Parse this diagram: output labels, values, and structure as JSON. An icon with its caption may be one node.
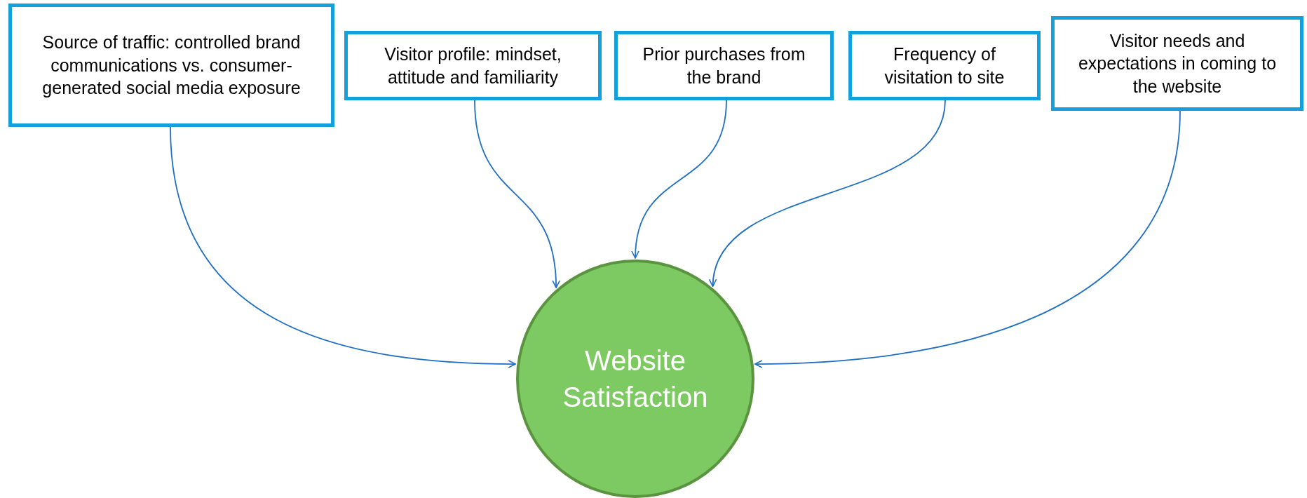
{
  "diagram": {
    "nodes": [
      {
        "text": [
          "Source of traffic: controlled brand communications vs. consumer-generated social media exposure"
        ]
      },
      {
        "text": [
          "Visitor profile: mindset, attitude and familiarity"
        ]
      },
      {
        "text": [
          "Prior purchases from the brand"
        ]
      },
      {
        "text": [
          "Frequency of visitation to site"
        ]
      },
      {
        "text": [
          "Visitor needs and expectations in coming to the website"
        ]
      },
      {
        "text": [
          "Website Satisfaction"
        ]
      }
    ],
    "edges": [
      {
        "from": 0,
        "to": 5,
        "arrow": "to"
      },
      {
        "from": 1,
        "to": 5,
        "arrow": "to"
      },
      {
        "from": 2,
        "to": 5,
        "arrow": "to"
      },
      {
        "from": 3,
        "to": 5,
        "arrow": "to"
      },
      {
        "from": 4,
        "to": 5,
        "arrow": "to"
      }
    ]
  }
}
